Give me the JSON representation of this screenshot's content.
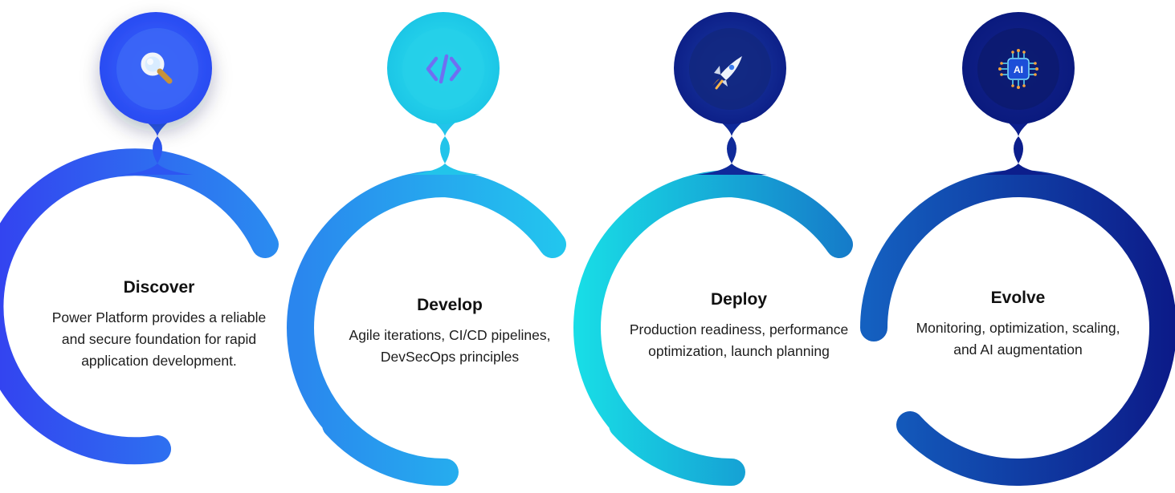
{
  "stages": [
    {
      "title": "Discover",
      "description": "Power Platform provides a reliable and secure foundation for rapid application development.",
      "icon": "magnifier-icon"
    },
    {
      "title": "Develop",
      "description": "Agile iterations, CI/CD pipelines, DevSecOps principles",
      "icon": "code-brackets-icon"
    },
    {
      "title": "Deploy",
      "description": "Production readiness, performance optimization, launch planning",
      "icon": "rocket-icon"
    },
    {
      "title": "Evolve",
      "description": "Monitoring, optimization, scaling, and AI augmentation",
      "icon": "ai-chip-icon",
      "icon_text": "AI"
    }
  ],
  "colors": {
    "royal_blue": "#2f55f5",
    "sky_blue": "#2aa4ea",
    "cyan": "#19dbe6",
    "deep_blue": "#1646b8",
    "navy": "#0d1e8a"
  }
}
